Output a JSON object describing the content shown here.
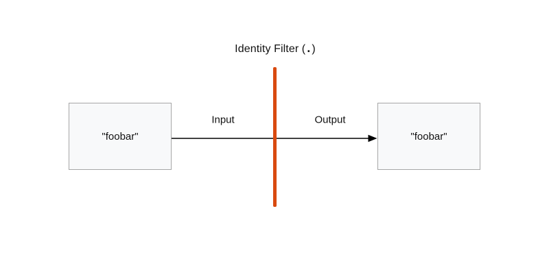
{
  "diagram": {
    "title": {
      "prefix": "Identity Filter (",
      "dot": ".",
      "suffix": ")"
    },
    "labels": {
      "input": "Input",
      "output": "Output"
    },
    "input_box": {
      "value": "\"foobar\""
    },
    "output_box": {
      "value": "\"foobar\""
    },
    "colors": {
      "filter_line": "#d94a10",
      "arrow": "#000000",
      "box_fill": "#f8f9fa",
      "box_border": "#a6a6a6"
    }
  }
}
